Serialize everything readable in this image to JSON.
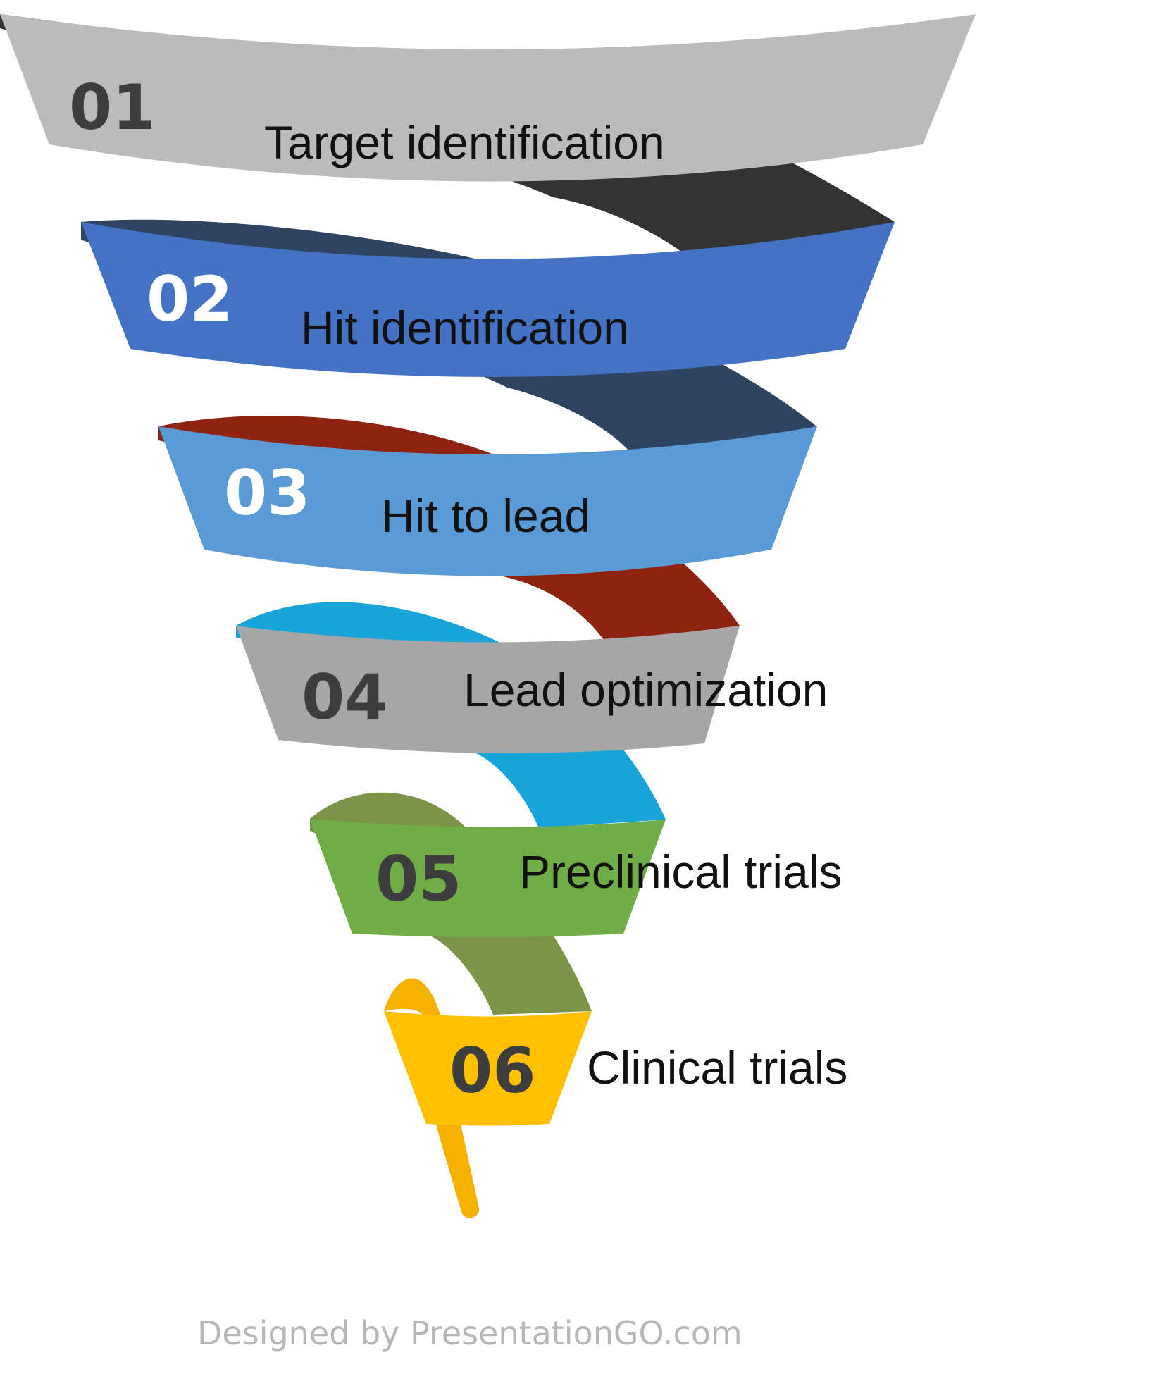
{
  "funnel": {
    "stages": [
      {
        "number": "01",
        "label": "Target identification",
        "band_color": "#BBBBBB",
        "ribbon_color": "#333333",
        "number_color": "#3D3D3D"
      },
      {
        "number": "02",
        "label": "Hit identification",
        "band_color": "#4472C4",
        "ribbon_color": "#2E4461",
        "number_color": "#FFFFFF"
      },
      {
        "number": "03",
        "label": "Hit to lead",
        "band_color": "#5B9BD5",
        "ribbon_color": "#8E2312",
        "number_color": "#FFFFFF"
      },
      {
        "number": "04",
        "label": "Lead optimization",
        "band_color": "#A6A6A6",
        "ribbon_color": "#18A3D9",
        "number_color": "#3D3D3D"
      },
      {
        "number": "05",
        "label": "Preclinical trials",
        "band_color": "#70AD47",
        "ribbon_color": "#7C9447",
        "number_color": "#3D3D3D"
      },
      {
        "number": "06",
        "label": "Clinical trials",
        "band_color": "#FFC000",
        "ribbon_color": "#F5B000",
        "number_color": "#3D3D3D"
      }
    ]
  },
  "footer": {
    "credit": "Designed by PresentationGO.com"
  }
}
